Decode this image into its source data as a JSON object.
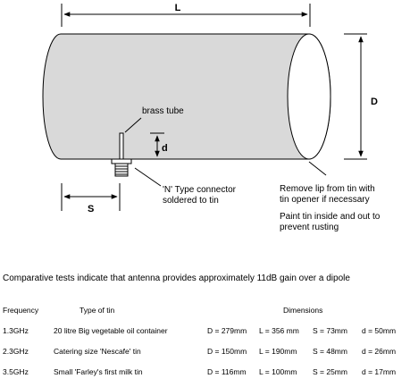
{
  "diagram": {
    "labels": {
      "length": "L",
      "diameter": "D",
      "probe_height": "d",
      "probe_offset": "S",
      "brass_tube": "brass tube",
      "connector_line1": "'N' Type connector",
      "connector_line2": "soldered to tin",
      "remove_lip_line1": "Remove lip from tin with",
      "remove_lip_line2": "tin opener if necessary",
      "paint_line1": "Paint tin inside and out to",
      "paint_line2": "prevent rusting"
    },
    "colors": {
      "tin_fill": "#d9d9d9",
      "stroke": "#000000"
    }
  },
  "note": "Comparative tests indicate that antenna provides approximately 11dB gain over a dipole",
  "table": {
    "headers": {
      "frequency": "Frequency",
      "tin_type": "Type of tin",
      "dimensions": "Dimensions"
    },
    "rows": [
      {
        "frequency": "1.3GHz",
        "tin": "20 litre Big vegetable oil container",
        "D": "D = 279mm",
        "L": "L = 356 mm",
        "S": "S = 73mm",
        "d": "d = 50mm"
      },
      {
        "frequency": "2.3GHz",
        "tin": "Catering size 'Nescafe' tin",
        "D": "D = 150mm",
        "L": "L = 190mm",
        "S": "S = 48mm",
        "d": "d = 26mm"
      },
      {
        "frequency": "3.5GHz",
        "tin": "Small 'Farley's first milk tin",
        "D": "D = 116mm",
        "L": "L = 100mm",
        "S": "S = 25mm",
        "d": "d = 17mm"
      }
    ]
  }
}
